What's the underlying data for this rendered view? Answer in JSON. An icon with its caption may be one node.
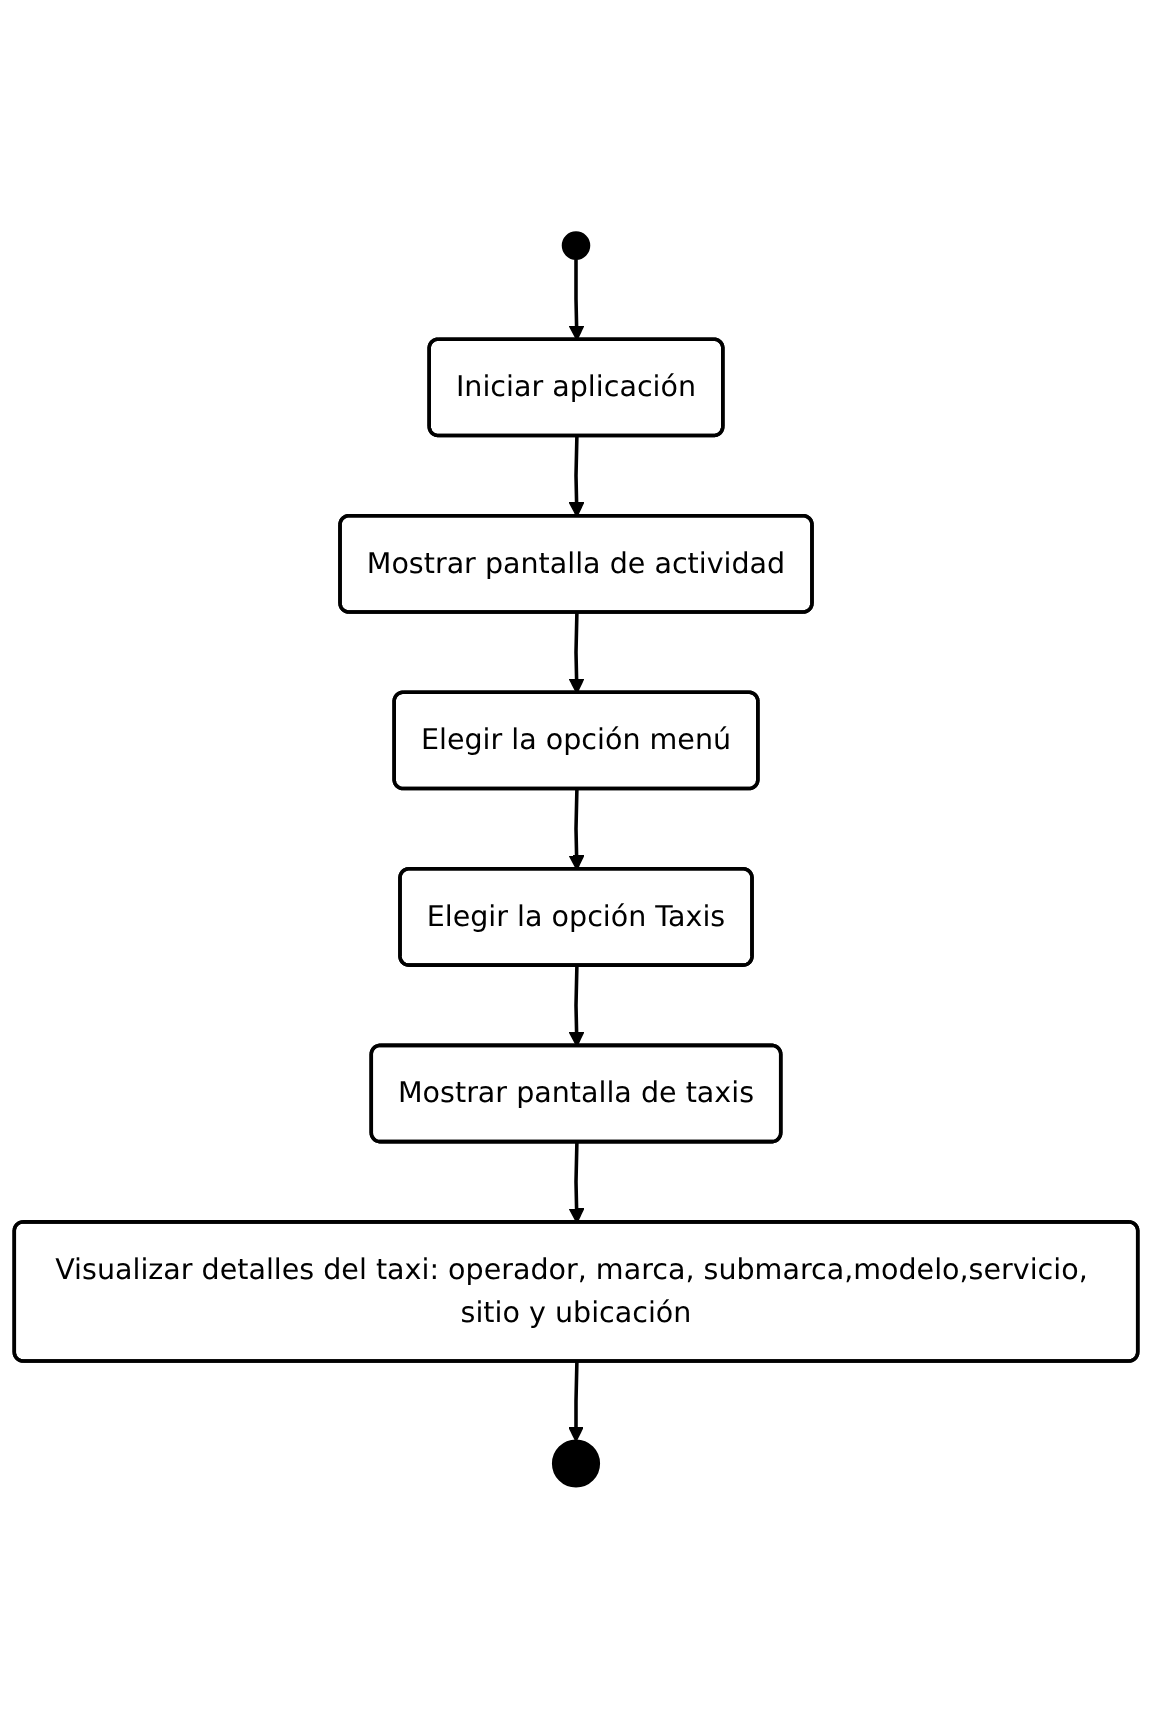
{
  "diagram": {
    "nodes": [
      {
        "text": [],
        "shape": "circle"
      },
      {
        "text": [
          "Iniciar aplicación"
        ]
      },
      {
        "text": [
          "Mostrar pantalla de actividad"
        ]
      },
      {
        "text": [
          "Elegir la opción menú"
        ]
      },
      {
        "text": [
          "Elegir la opción Taxis"
        ]
      },
      {
        "text": [
          "Mostrar pantalla de taxis"
        ]
      },
      {
        "text": [
          "Visualizar detalles del taxi: operador, marca, submarca,modelo,servicio, sitio y ubicación"
        ]
      },
      {
        "text": [],
        "shape": "circle"
      }
    ],
    "edges": [
      {
        "from": 0,
        "to": 1,
        "arrow": "to"
      },
      {
        "from": 1,
        "to": 2,
        "arrow": "to"
      },
      {
        "from": 2,
        "to": 3,
        "arrow": "to"
      },
      {
        "from": 3,
        "to": 4,
        "arrow": "to"
      },
      {
        "from": 4,
        "to": 5,
        "arrow": "to"
      },
      {
        "from": 5,
        "to": 6,
        "arrow": "to"
      },
      {
        "from": 6,
        "to": 7,
        "arrow": "to"
      }
    ]
  }
}
